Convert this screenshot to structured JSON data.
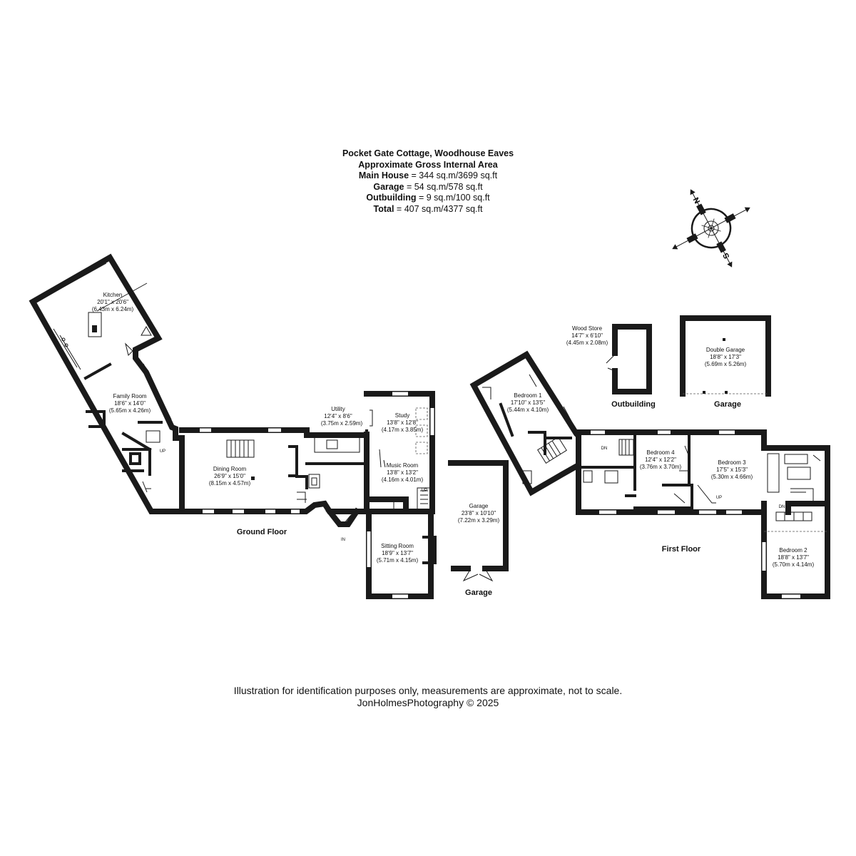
{
  "header": {
    "title": "Pocket Gate Cottage, Woodhouse Eaves",
    "subtitle": "Approximate Gross Internal Area",
    "areas": [
      {
        "label": "Main House",
        "value": "344 sq.m/3699 sq.ft"
      },
      {
        "label": "Garage",
        "value": "54 sq.m/578 sq.ft"
      },
      {
        "label": "Outbuilding",
        "value": "9 sq.m/100 sq.ft"
      },
      {
        "label": "Total",
        "value": "407 sq.m/4377 sq.ft"
      }
    ]
  },
  "compass": {
    "north": "N",
    "south": "S"
  },
  "floors": {
    "ground": "Ground Floor",
    "first": "First Floor",
    "garage": "Garage",
    "outbuilding": "Outbuilding",
    "garage2": "Garage"
  },
  "rooms": {
    "kitchen": {
      "name": "Kitchen",
      "imperial": "20'1\" x 20'6\"",
      "metric": "(6.43m x 6.24m)"
    },
    "family": {
      "name": "Family Room",
      "imperial": "18'6\" x 14'0\"",
      "metric": "(5.65m x 4.26m)"
    },
    "dining": {
      "name": "Dining Room",
      "imperial": "26'9\" x 15'0\"",
      "metric": "(8.15m x 4.57m)"
    },
    "utility": {
      "name": "Utility",
      "imperial": "12'4\" x 8'6\"",
      "metric": "(3.75m x 2.59m)"
    },
    "study": {
      "name": "Study",
      "imperial": "13'8\" x 12'8\"",
      "metric": "(4.17m x 3.85m)"
    },
    "music": {
      "name": "Music Room",
      "imperial": "13'8\" x 13'2\"",
      "metric": "(4.16m x 4.01m)"
    },
    "sitting": {
      "name": "Sitting Room",
      "imperial": "18'9\" x 13'7\"",
      "metric": "(5.71m x 4.15m)"
    },
    "garage": {
      "name": "Garage",
      "imperial": "23'8\" x 10'10\"",
      "metric": "(7.22m x 3.29m)"
    },
    "bed1": {
      "name": "Bedroom 1",
      "imperial": "17'10\" x 13'5\"",
      "metric": "(5.44m x 4.10m)"
    },
    "bed2": {
      "name": "Bedroom 2",
      "imperial": "18'8\" x 13'7\"",
      "metric": "(5.70m x 4.14m)"
    },
    "bed3": {
      "name": "Bedroom 3",
      "imperial": "17'5\" x 15'3\"",
      "metric": "(5.30m x 4.66m)"
    },
    "bed4": {
      "name": "Bedroom 4",
      "imperial": "12'4\" x 12'2\"",
      "metric": "(3.76m x 3.70m)"
    },
    "wood": {
      "name": "Wood Store",
      "imperial": "14'7\" x 6'10\"",
      "metric": "(4.45m x 2.08m)"
    },
    "dgarage": {
      "name": "Double Garage",
      "imperial": "18'8\" x 17'3\"",
      "metric": "(5.69m x 5.26m)"
    }
  },
  "markers": {
    "up": "UP",
    "dn": "DN",
    "in": "IN"
  },
  "footer": {
    "disclaimer": "Illustration for identification purposes only, measurements are approximate, not to scale.",
    "credit": "JonHolmesPhotography © 2025"
  }
}
